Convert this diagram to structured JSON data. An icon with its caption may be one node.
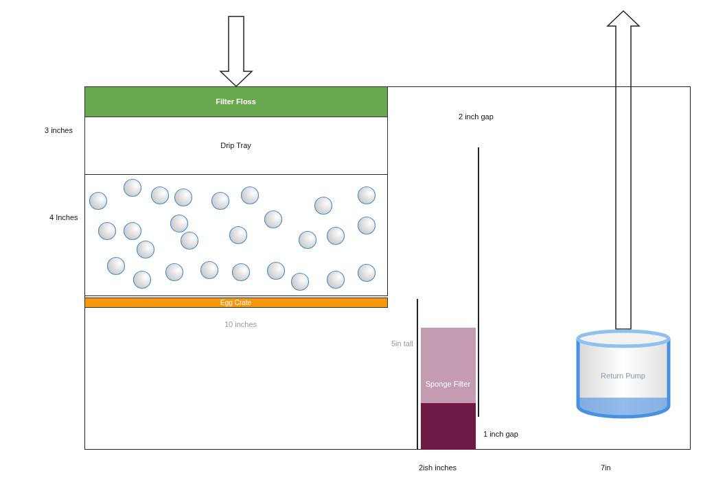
{
  "diagram": {
    "nodes": [
      {
        "text": [],
        "shape": "box"
      },
      {
        "text": [
          "Filter Floss"
        ],
        "in": 0
      },
      {
        "text": [
          "Drip Tray"
        ],
        "in": 0
      },
      {
        "text": [],
        "shape": "box",
        "in": 0
      },
      {
        "text": [
          "Egg Crate"
        ],
        "in": 0
      },
      {
        "text": [
          "Sponge Filter"
        ],
        "in": 0
      },
      {
        "text": [
          "Return Pump"
        ],
        "in": 0
      }
    ],
    "edges": [
      {
        "from": null,
        "to": 1,
        "arrow": "to"
      },
      {
        "from": 6,
        "to": null,
        "arrow": "to"
      }
    ],
    "labels": [
      "3 inches",
      "4 Inches",
      "2 inch gap",
      "10 inches",
      "5in tall",
      "1 inch gap",
      "2ish inches",
      "7in"
    ]
  }
}
